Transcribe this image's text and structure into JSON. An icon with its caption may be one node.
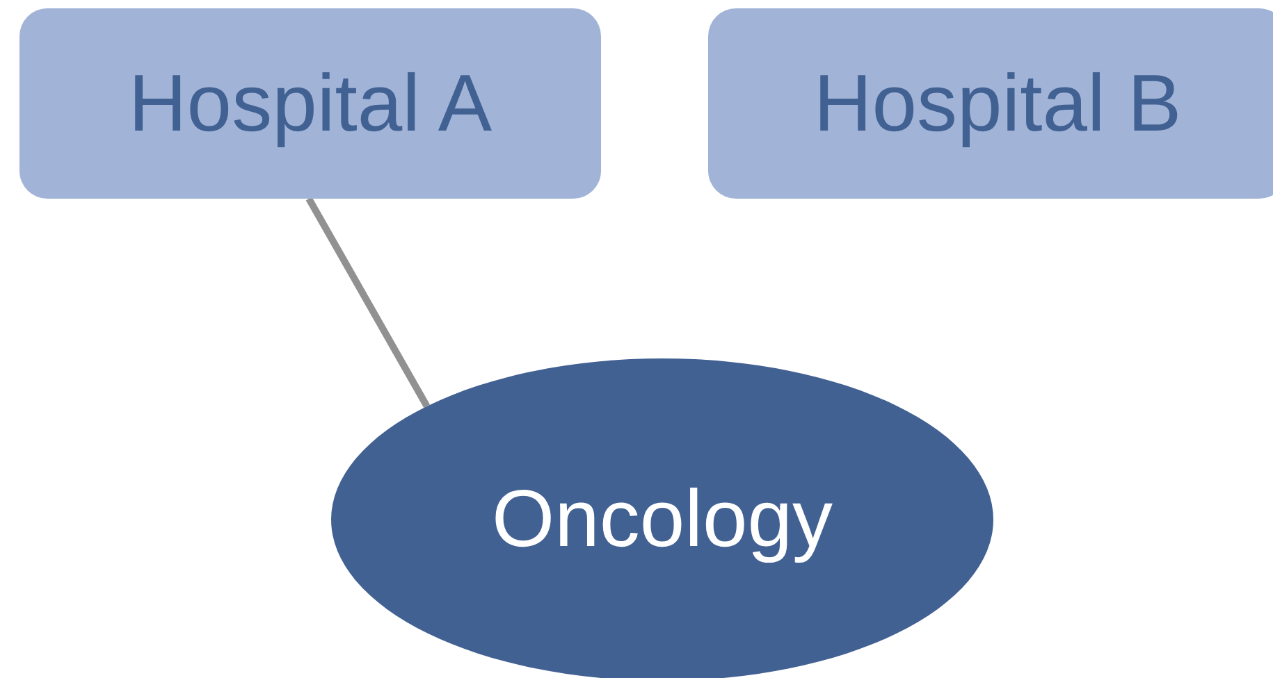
{
  "diagram": {
    "nodes": [
      {
        "text": [
          "Hospital A"
        ]
      },
      {
        "text": [
          "Hospital B"
        ]
      },
      {
        "text": [
          "Oncology"
        ]
      }
    ],
    "edges": [
      {
        "from": 0,
        "to": 2,
        "arrow": "none"
      }
    ]
  }
}
